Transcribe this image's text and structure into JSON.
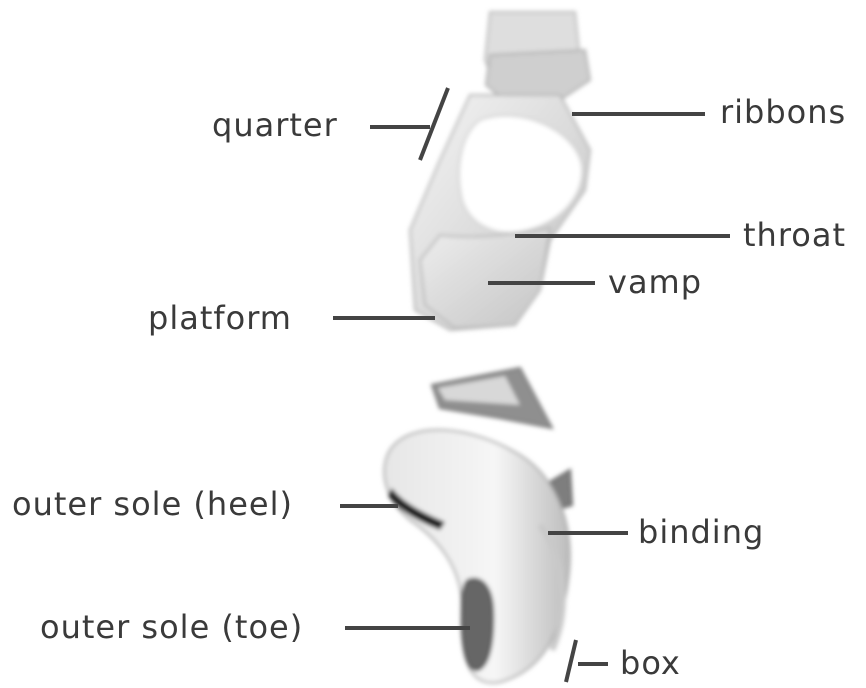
{
  "diagram": {
    "labels": {
      "quarter": "quarter",
      "ribbons": "ribbons",
      "throat": "throat",
      "vamp": "vamp",
      "platform": "platform",
      "outer_sole_heel": "outer sole (heel)",
      "binding": "binding",
      "outer_sole_toe": "outer sole (toe)",
      "box": "box"
    }
  }
}
